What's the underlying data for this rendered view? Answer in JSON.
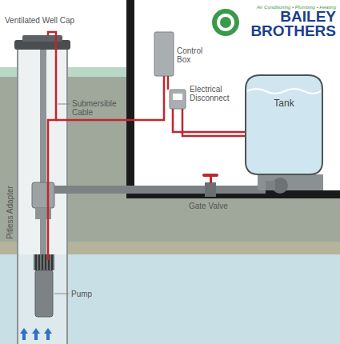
{
  "diagram": {
    "nodes": [
      {
        "text": [
          "Tank"
        ]
      }
    ],
    "labels": [
      "Ventilated Well Cap",
      "Air Conditioning • Plumbing • Heating",
      "BAILEY BROTHERS",
      "Submersible Cable",
      "Pitless Adapter",
      "Control Box",
      "Electrical Disconnect",
      "Gate Valve",
      "Pump"
    ]
  }
}
